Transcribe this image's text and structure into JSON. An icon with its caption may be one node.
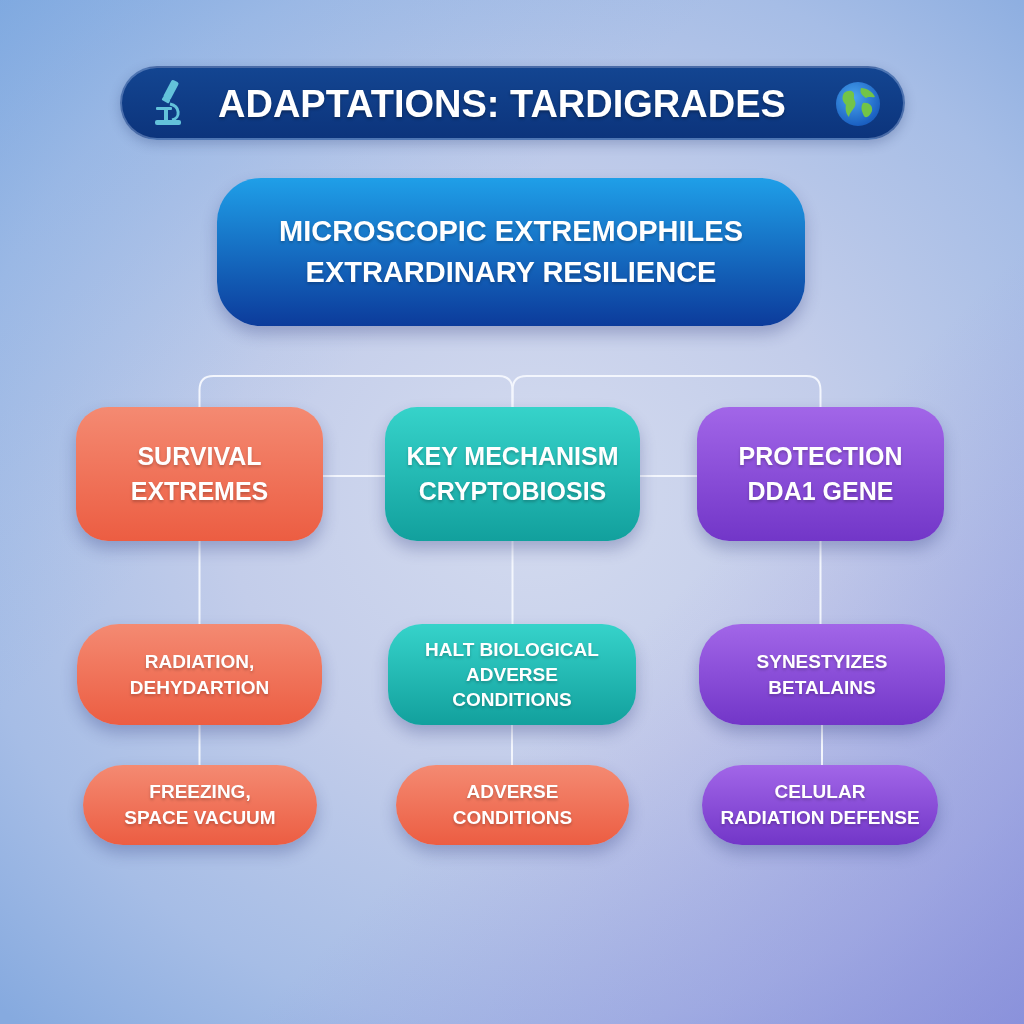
{
  "diagram": {
    "title": "ADAPTATIONS: TARDIGRADES",
    "nodes": [
      {
        "text": [
          "MICROSCOPIC EXTREMOPHILES EXTRARDINARY RESILIENCE"
        ]
      },
      {
        "text": [
          "SURVIVAL EXTREMES"
        ]
      },
      {
        "text": [
          "KEY MECHANISM CRYPTOBIOSIS"
        ]
      },
      {
        "text": [
          "PROTECTION DDA1 GENE"
        ]
      },
      {
        "text": [
          "RADIATION, DEHYDARTION"
        ]
      },
      {
        "text": [
          "HALT BIOLOGICAL ADVERSE CONDITIONS"
        ]
      },
      {
        "text": [
          "SYNESTYIZES BETALAINS"
        ]
      },
      {
        "text": [
          "FREEZING, SPACE VACUUM"
        ]
      },
      {
        "text": [
          "ADVERSE CONDITIONS"
        ]
      },
      {
        "text": [
          "CELULAR RADIATION DEFENSE"
        ]
      }
    ],
    "edges": [
      {
        "from": 1,
        "to": 2,
        "arrow": "none"
      },
      {
        "from": 2,
        "to": 3,
        "arrow": "none"
      },
      {
        "from": 1,
        "to": 2,
        "arrow": "none"
      },
      {
        "from": 2,
        "to": 3,
        "arrow": "none"
      },
      {
        "from": 1,
        "to": 4,
        "arrow": "none"
      },
      {
        "from": 4,
        "to": 7,
        "arrow": "none"
      },
      {
        "from": 2,
        "to": 5,
        "arrow": "none"
      },
      {
        "from": 5,
        "to": 8,
        "arrow": "none"
      },
      {
        "from": 3,
        "to": 6,
        "arrow": "none"
      },
      {
        "from": 6,
        "to": 9,
        "arrow": "none"
      }
    ]
  }
}
